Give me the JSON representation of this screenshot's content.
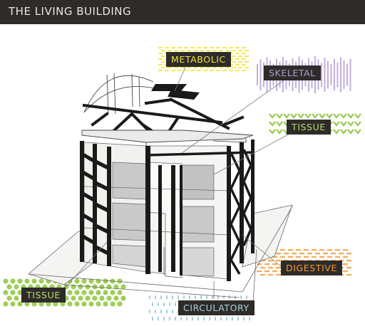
{
  "header": {
    "title": "THE LIVING BUILDING"
  },
  "colors": {
    "header_bg": "#2e2b29",
    "metabolic": "#f3e53a",
    "skeletal": "#b49ad3",
    "tissue": "#95c945",
    "digestive": "#f39a3a",
    "circulatory": "#8fc0d2",
    "structure": "#1c1a19",
    "panel_gray": "#c9c9c9"
  },
  "labels": {
    "metabolic": "METABOLIC",
    "skeletal": "SKELETAL",
    "tissue_top": "TISSUE",
    "digestive": "DIGESTIVE",
    "tissue_bottom": "TISSUE",
    "circulatory": "CIRCULATORY"
  }
}
